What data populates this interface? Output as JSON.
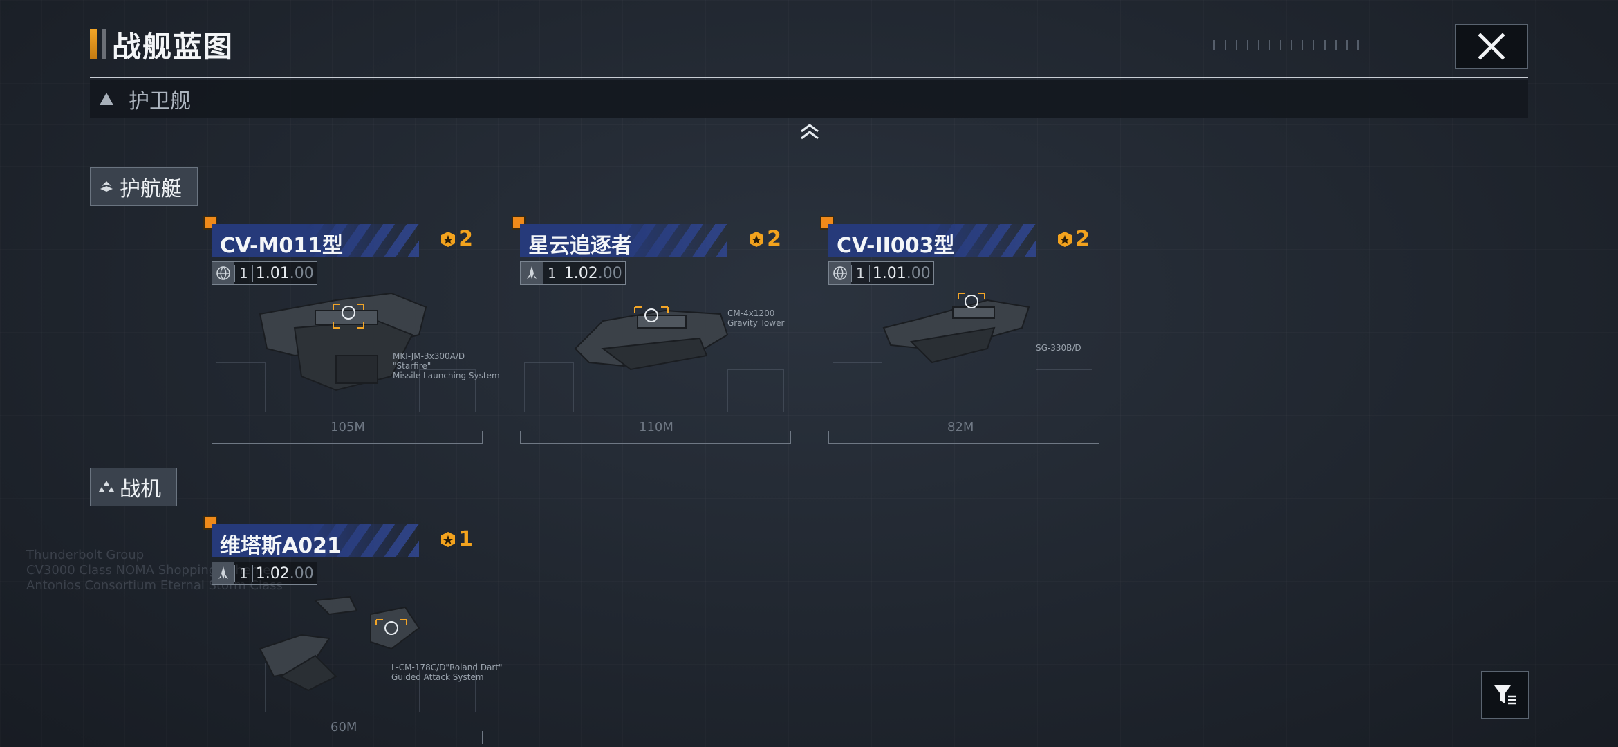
{
  "window": {
    "title": "战舰蓝图"
  },
  "section": {
    "label": "护卫舰"
  },
  "categories": {
    "escort": {
      "label": "护航艇"
    },
    "fighter": {
      "label": "战机"
    }
  },
  "cards": [
    {
      "name": "CV-M011型",
      "badge_count": "2",
      "stat_num": "1",
      "version_main": "1.01",
      "version_sub": ".00",
      "length": "105M",
      "weapon_line1": "MKI-JM-3x300A/D",
      "weapon_line2": "\"Starfire\"",
      "weapon_line3": "Missile Launching System"
    },
    {
      "name": "星云追逐者",
      "badge_count": "2",
      "stat_num": "1",
      "version_main": "1.02",
      "version_sub": ".00",
      "length": "110M",
      "weapon_line1": "CM-4x1200",
      "weapon_line2": "Gravity Tower",
      "weapon_line3": ""
    },
    {
      "name": "CV-II003型",
      "badge_count": "2",
      "stat_num": "1",
      "version_main": "1.01",
      "version_sub": ".00",
      "length": "82M",
      "weapon_line1": "SG-330B/D",
      "weapon_line2": "",
      "weapon_line3": ""
    },
    {
      "name": "维塔斯A021",
      "badge_count": "1",
      "stat_num": "1",
      "version_main": "1.02",
      "version_sub": ".00",
      "length": "60M",
      "weapon_line1": "L-CM-178C/D\"Roland Dart\"",
      "weapon_line2": "Guided Attack System",
      "weapon_line3": ""
    }
  ],
  "background_text": {
    "line1": "Thunderbolt Group",
    "line2": "CV3000 Class NOMA Shopping Scheme",
    "line3": "Antonios Consortium Eternal Storm Class"
  },
  "colors": {
    "accent": "#f2a527",
    "namebar": "#263a7a",
    "badge": "#f3a31e",
    "new_marker": "#f08a1a"
  },
  "icons": {
    "close": "close-icon",
    "filter": "filter-icon",
    "collapse": "chevron-up-icon"
  }
}
